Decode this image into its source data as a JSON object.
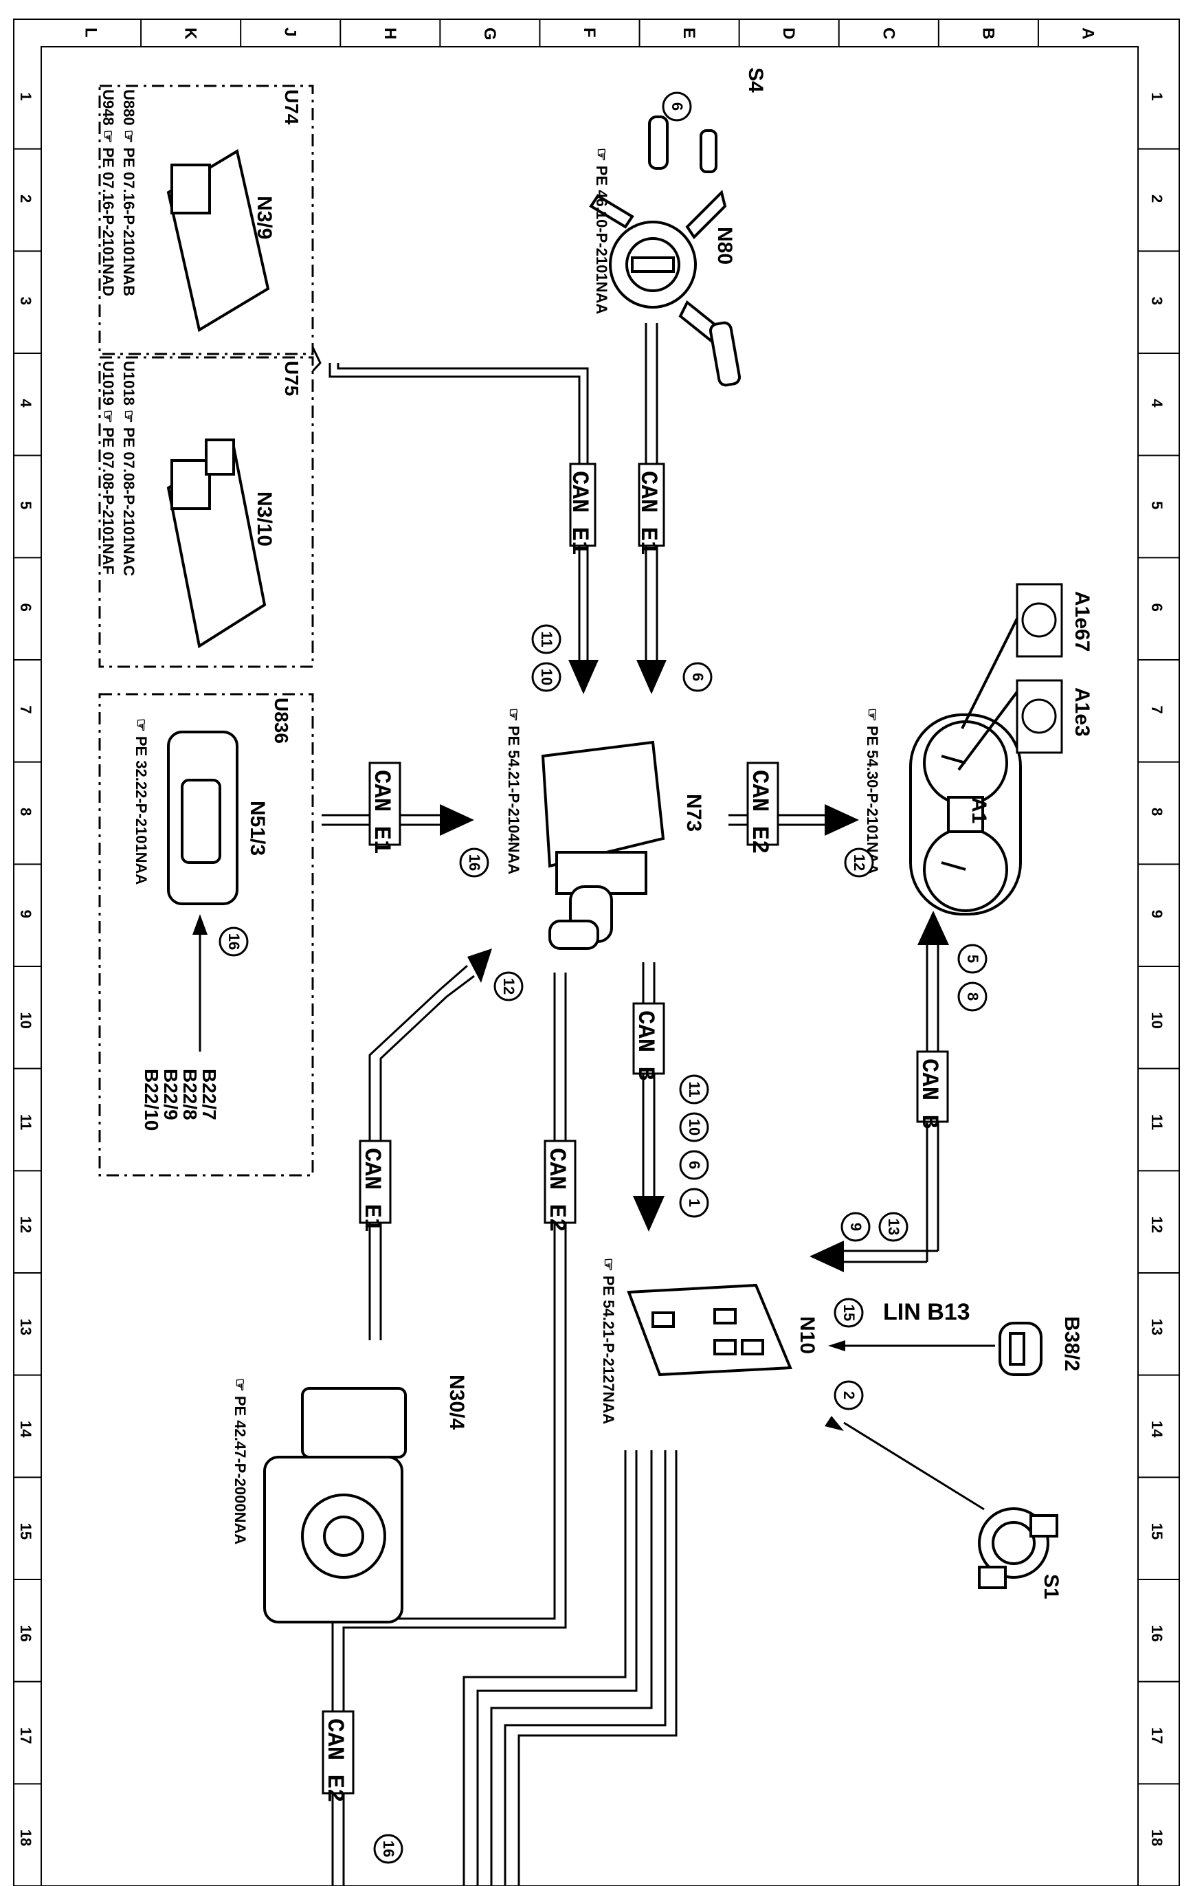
{
  "grid": {
    "columns": [
      "L",
      "K",
      "J",
      "H",
      "G",
      "F",
      "E",
      "D",
      "C",
      "B",
      "A"
    ],
    "rows": [
      "1",
      "2",
      "3",
      "4",
      "5",
      "6",
      "7",
      "8",
      "9",
      "10",
      "11",
      "12",
      "13",
      "14",
      "15",
      "16",
      "17",
      "18"
    ]
  },
  "components": {
    "S4": {
      "code": "S4",
      "ref": "PE 46.10-P-2101NAA",
      "callouts": [
        "6"
      ]
    },
    "N80": {
      "code": "N80"
    },
    "A1": {
      "code": "A1",
      "ref": "PE 54.30-P-2101NAA"
    },
    "A1e67": {
      "code": "A1e67"
    },
    "A1e3": {
      "code": "A1e3"
    },
    "N73": {
      "code": "N73",
      "ref": "PE 54.21-P-2104NAA"
    },
    "N10": {
      "code": "N10",
      "ref": "PE 54.21-P-2127NAA"
    },
    "B38_2": {
      "code": "B38/2"
    },
    "S1": {
      "code": "S1"
    },
    "N30_4": {
      "code": "N30/4",
      "ref": "PE 42.47-P-2000NAA"
    },
    "N51_3": {
      "code": "N51/3",
      "ref": "PE 32.22-P-2101NAA",
      "group": "U836"
    },
    "N3_9": {
      "code": "N3/9",
      "group": "U74",
      "refs": [
        "U880",
        "PE 07.16-P-2101NAB",
        "U948",
        "PE 07.16-P-2101NAD"
      ]
    },
    "N3_10": {
      "code": "N3/10",
      "group": "U75",
      "refs": [
        "U1018",
        "PE 07.08-P-2101NAC",
        "U1019",
        "PE 07.08-P-2101NAF"
      ]
    },
    "B22": {
      "codes": [
        "B22/7",
        "B22/8",
        "B22/9",
        "B22/10"
      ]
    }
  },
  "buses": {
    "can_e1_a": "CAN  E1",
    "can_e1_b": "CAN  E1",
    "can_e1_c": "CAN  E1",
    "can_e1_d": "CAN  E1",
    "can_e2_a": "CAN  E2",
    "can_e2_b": "CAN  E2",
    "can_e2_c": "CAN  E2",
    "can_b_a": "CAN  B",
    "can_b_b": "CAN  B",
    "lin": "LIN  B13"
  },
  "callouts": {
    "c6_s4": "6",
    "c6_n73": "6",
    "c11": "11",
    "c10": "10",
    "c16_n73": "16",
    "c12_n73": "12",
    "c12_a1": "12",
    "c5": "5",
    "c8": "8",
    "c16_b22": "16",
    "c11b": "11",
    "c10b": "10",
    "c6b": "6",
    "c1": "1",
    "c13": "13",
    "c9": "9",
    "c15": "15",
    "c2": "2",
    "c16_bottom": "16"
  }
}
